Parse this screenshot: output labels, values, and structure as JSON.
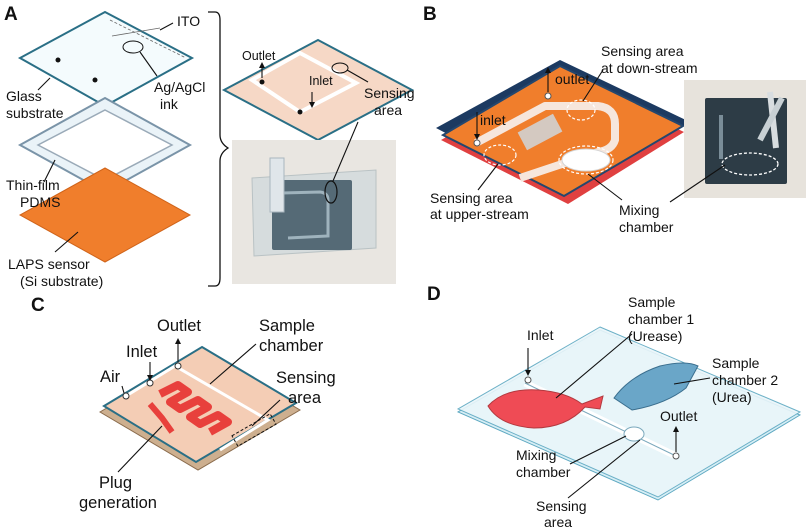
{
  "panels": {
    "a": {
      "letter": "A",
      "layer_labels": {
        "ito": "ITO",
        "agagcl": [
          "Ag/AgCl",
          "ink"
        ],
        "glass": [
          "Glass",
          "substrate"
        ],
        "pdms": [
          "Thin-film",
          "PDMS"
        ],
        "laps": [
          "LAPS sensor",
          "(Si substrate)"
        ]
      },
      "assembled_labels": {
        "outlet": "Outlet",
        "inlet": "Inlet",
        "sensing": [
          "Sensing",
          "area"
        ]
      }
    },
    "b": {
      "letter": "B",
      "labels": {
        "inlet": "inlet",
        "outlet": "outlet",
        "down": [
          "Sensing area",
          "at down-stream"
        ],
        "upper": [
          "Sensing area",
          "at upper-stream"
        ],
        "mixing": [
          "Mixing",
          "chamber"
        ]
      }
    },
    "c": {
      "letter": "C",
      "labels": {
        "outlet": "Outlet",
        "inlet": "Inlet",
        "air": "Air",
        "sample": [
          "Sample",
          "chamber"
        ],
        "sensing": [
          "Sensing",
          "area"
        ],
        "plug": [
          "Plug",
          "generation"
        ]
      }
    },
    "d": {
      "letter": "D",
      "labels": {
        "inlet": "Inlet",
        "chamber1": [
          "Sample",
          "chamber 1",
          "(Urease)"
        ],
        "chamber2": [
          "Sample",
          "chamber 2",
          "(Urea)"
        ],
        "outlet": "Outlet",
        "mixing": [
          "Mixing",
          "chamber"
        ],
        "sensing": [
          "Sensing",
          "area"
        ]
      }
    }
  },
  "colors": {
    "teal_edge": "#2a6f86",
    "orange": "#f07e2c",
    "red": "#e8403c",
    "light_blue": "#bfe3ee",
    "peach": "#f6d8c6",
    "dark_blue": "#24476e",
    "blue_shape": "#6aa6c8"
  }
}
